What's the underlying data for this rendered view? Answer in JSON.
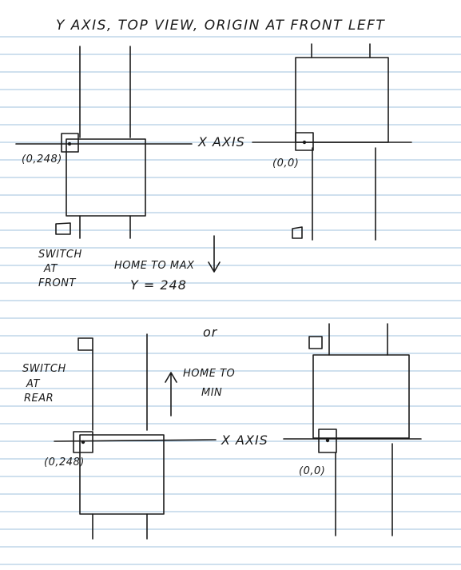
{
  "title": "Y AXIS, TOP VIEW, ORIGIN AT FRONT LEFT",
  "panel_top_left": {
    "x_axis_label": "X AXIS",
    "origin_label": "(0,248)",
    "switch_label": [
      "SWITCH",
      "AT",
      "FRONT"
    ],
    "home_label": "HOME TO MAX",
    "y_label": "Y = 248"
  },
  "panel_top_right": {
    "origin_label": "(0,0)"
  },
  "divider_label": "or",
  "panel_bottom_left": {
    "switch_label": [
      "SWITCH",
      "AT",
      "REAR"
    ],
    "home_label": [
      "HOME TO",
      "MIN"
    ],
    "origin_label": "(0,248)"
  },
  "panel_bottom_right": {
    "x_axis_label": "X AXIS",
    "origin_label": "(0,0)"
  },
  "colors": {
    "ink": "#1a1a1a",
    "ruled_line": "#9fc0dc",
    "paper": "#ffffff"
  }
}
